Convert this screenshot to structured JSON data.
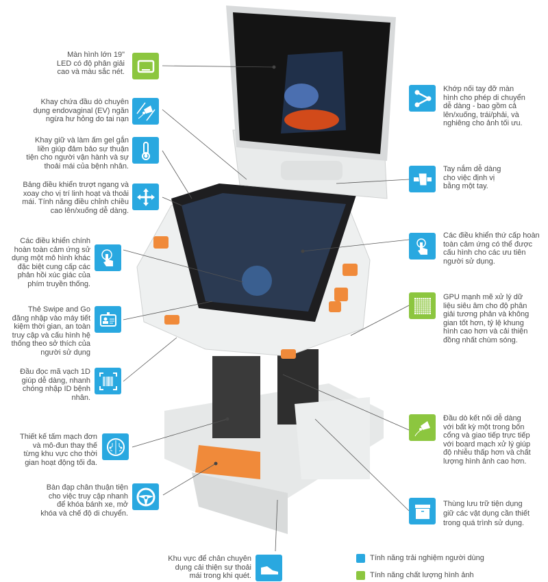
{
  "left_features": [
    {
      "text": "Màn hình lớn 19\"\nLED có độ phân giải\ncao và màu sắc nét.",
      "icon": "monitor-icon",
      "category": "image-quality"
    },
    {
      "text": "Khay chứa đầu dò chuyên\ndụng endovaginal (EV) ngăn\nngừa hư hỏng do tai nạn",
      "icon": "probe-holder-icon",
      "category": "user-experience"
    },
    {
      "text": "Khay giữ và làm ấm gel gắn\nliền giúp đảm bảo sự thuận\ntiện cho người vận hành và sự\nthoải mái của bệnh nhân.",
      "icon": "thermometer-icon",
      "category": "user-experience"
    },
    {
      "text": "Bảng điều khiển trượt ngang và\nxoay cho vị trí linh hoạt và thoải\nmái. Tính năng điều chỉnh chiều\ncao lên/xuống dễ dàng.",
      "icon": "move-arrows-icon",
      "category": "user-experience"
    },
    {
      "text": "Các điều khiển chính\nhoàn toàn cảm ứng sử\ndụng một mô hình khác\nđặc biệt cung cấp các\nphản hồi xúc giác của\nphím truyền thống.",
      "icon": "touch-icon",
      "category": "user-experience"
    },
    {
      "text": "Thẻ Swipe and Go\nđăng nhập vào máy tiết\nkiệm thời gian, an toàn\ntruy cập và cấu hình hệ\nthống theo sở thích của\nngười sử dụng",
      "icon": "id-card-icon",
      "category": "user-experience"
    },
    {
      "text": "Đầu đọc mã vạch 1D\ngiúp dễ dàng, nhanh\nchóng nhập ID bệnh\nnhân.",
      "icon": "barcode-icon",
      "category": "user-experience"
    },
    {
      "text": "Thiết kế tấm mạch đơn\nvà mô-đun thay thế\ntừng khu vực cho thời\ngian hoạt động tối đa.",
      "icon": "circuit-icon",
      "category": "user-experience"
    },
    {
      "text": "Bàn đạp chân thuận tiện\ncho việc truy cập nhanh\nđể khóa bánh xe, mở\nkhóa và chế độ di chuyển.",
      "icon": "steering-wheel-icon",
      "category": "user-experience"
    },
    {
      "text": "Khu vực để chân chuyên\ndụng cải thiện sự thoải\nmái trong khi quét.",
      "icon": "shoe-icon",
      "category": "user-experience"
    }
  ],
  "right_features": [
    {
      "text": "Khớp nối tay đỡ màn\nhình cho phép di chuyển\ndễ dàng - bao gồm cả\nlên/xuống, trái/phải, và\nnghiêng cho ảnh tối ưu.",
      "icon": "articulating-arm-icon",
      "category": "user-experience"
    },
    {
      "text": "Tay nắm dễ dàng\ncho việc định vị\nbằng một tay.",
      "icon": "hand-grip-icon",
      "category": "user-experience"
    },
    {
      "text": "Các điều khiển thứ cấp hoàn\ntoàn cảm ứng có thể được\ncấu hình cho các ưu tiên\nngười sử dụng.",
      "icon": "touch-icon",
      "category": "user-experience"
    },
    {
      "text": "GPU mạnh mẽ xử lý dữ\nliệu siêu âm cho độ phân\ngiải tương phản và không\ngian tốt hơn, tỷ lệ khung\nhình cao hơn và cải thiện\nđồng nhất chùm sóng.",
      "icon": "gpu-grid-icon",
      "category": "image-quality"
    },
    {
      "text": "Đầu dò kết nối dễ dàng\nvới bất kỳ một trong bốn\ncổng và giao tiếp trực tiếp\nvới board mạch xử lý giúp\nđộ nhiễu thấp hơn và chất\nlượng hình ảnh cao hơn.",
      "icon": "probe-icon",
      "category": "image-quality"
    },
    {
      "text": "Thùng lưu trữ tiện dụng\ngiữ các vật dụng cần thiết\ntrong quá trình sử dụng.",
      "icon": "storage-bin-icon",
      "category": "user-experience"
    }
  ],
  "legend": [
    {
      "label": "Tính năng trải nghiệm người dùng",
      "color": "#29a8e0"
    },
    {
      "label": "Tính năng chất lượng hình ảnh",
      "color": "#8cc63f"
    }
  ]
}
